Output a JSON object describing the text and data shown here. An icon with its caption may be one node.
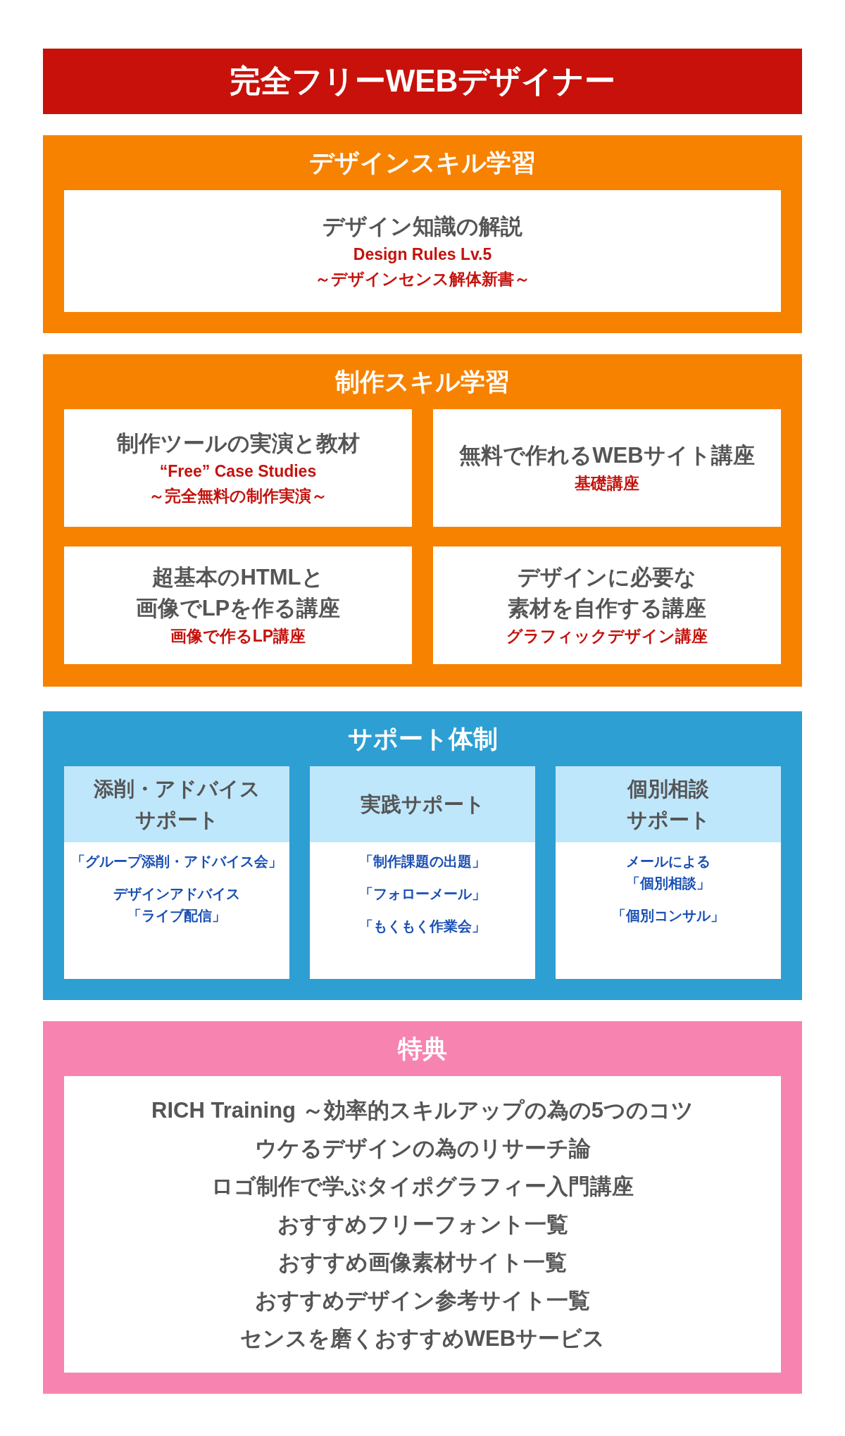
{
  "diagram": {
    "title": "完全フリーWEBデザイナー",
    "nodes": [
      {
        "text": [
          "デザインスキル学習"
        ]
      },
      {
        "text": [
          "デザイン知識の解説",
          "Design Rules Lv.5",
          "～デザインセンス解体新書～"
        ],
        "in": 0
      },
      {
        "text": [
          "制作スキル学習"
        ]
      },
      {
        "text": [
          "制作ツールの実演と教材",
          "“Free” Case Studies",
          "～完全無料の制作実演～"
        ],
        "in": 2
      },
      {
        "text": [
          "無料で作れるWEBサイト講座",
          "基礎講座"
        ],
        "in": 2
      },
      {
        "text": [
          "超基本のHTMLと",
          "画像でLPを作る講座",
          "画像で作るLP講座"
        ],
        "in": 2
      },
      {
        "text": [
          "デザインに必要な",
          "素材を自作する講座",
          "グラフィックデザイン講座"
        ],
        "in": 2
      },
      {
        "text": [
          "サポート体制"
        ]
      },
      {
        "text": [
          "添削・アドバイス",
          "サポート",
          "「グループ添削・アドバイス会」",
          "デザインアドバイス",
          "「ライブ配信」"
        ],
        "in": 7
      },
      {
        "text": [
          "実践サポート",
          "「制作課題の出題」",
          "「フォローメール」",
          "「もくもく作業会」"
        ],
        "in": 7
      },
      {
        "text": [
          "個別相談",
          "サポート",
          "メールによる",
          "「個別相談」",
          "「個別コンサル」"
        ],
        "in": 7
      },
      {
        "text": [
          "特典"
        ]
      },
      {
        "text": [
          "RICH Training ～効率的スキルアップの為の5つのコツ",
          "ウケるデザインの為のリサーチ論",
          "ロゴ制作で学ぶタイポグラフィー入門講座",
          "おすすめフリーフォント一覧",
          "おすすめ画像素材サイト一覧",
          "おすすめデザイン参考サイト一覧",
          "センスを磨くおすすめWEBサービス"
        ],
        "in": 11
      }
    ]
  }
}
